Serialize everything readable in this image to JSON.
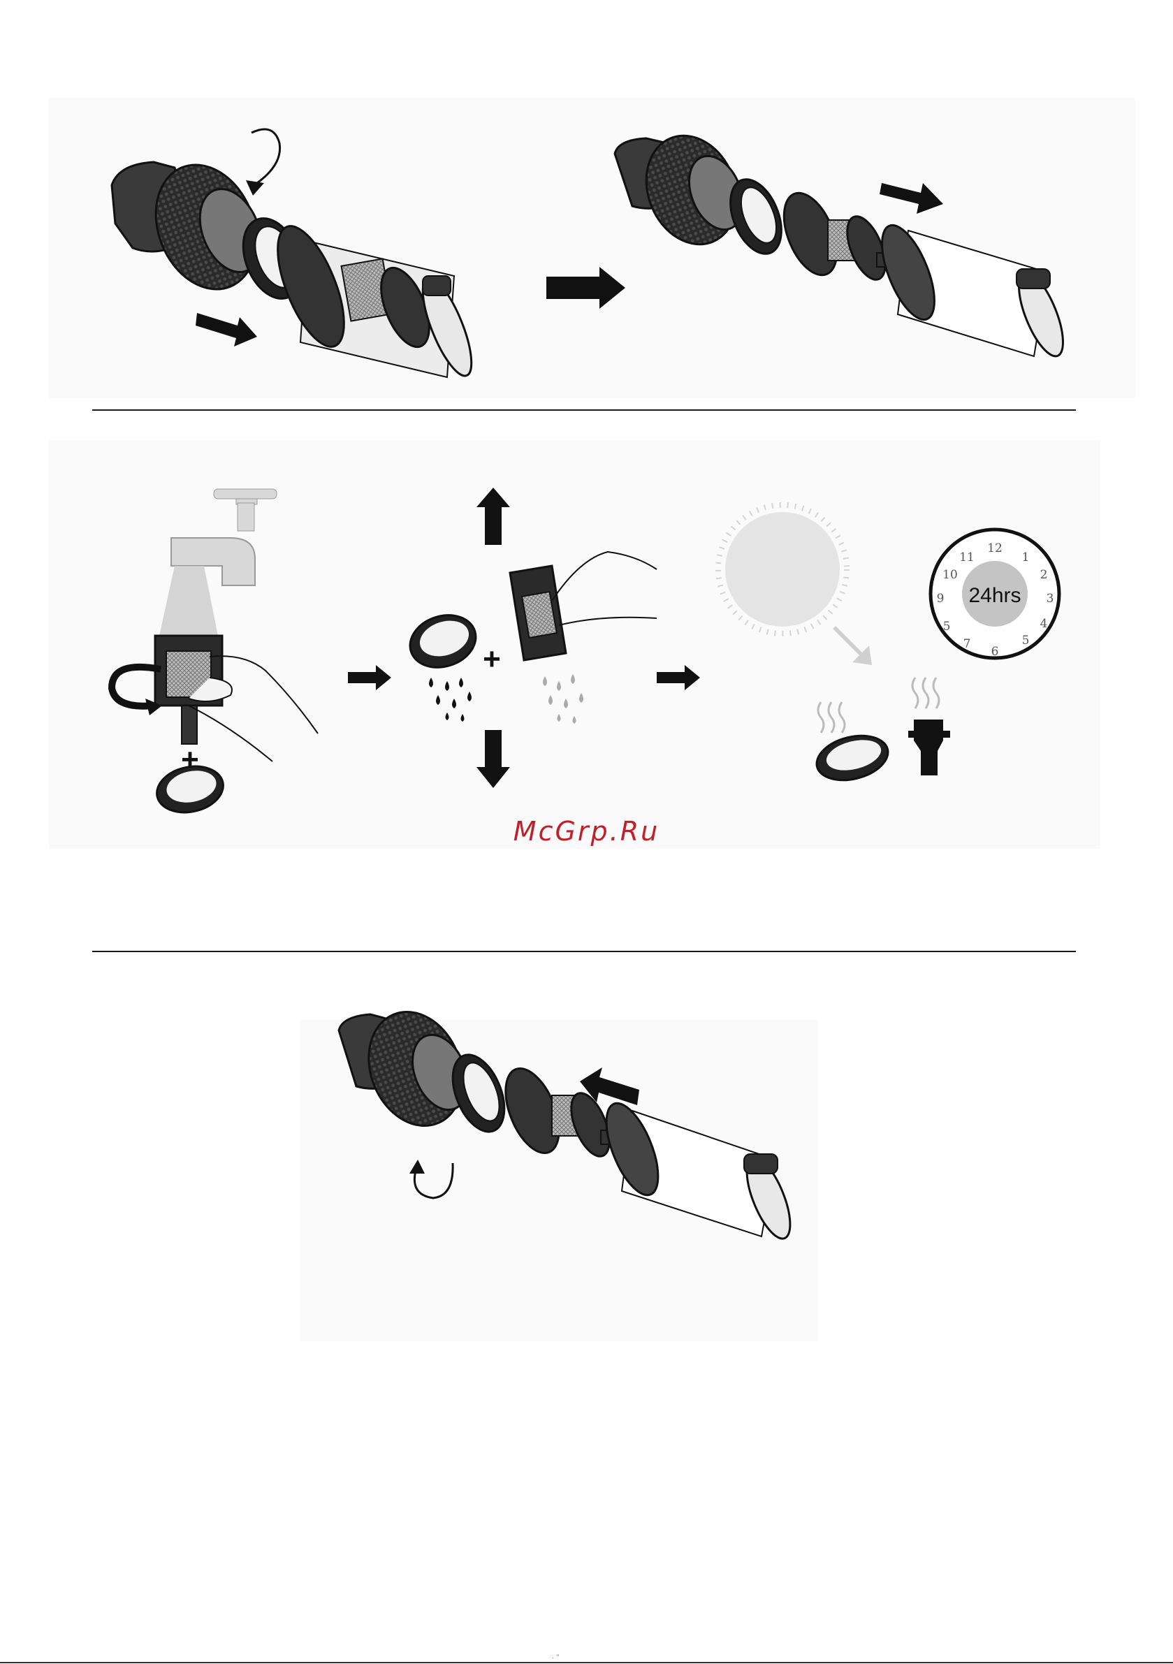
{
  "colors": {
    "accent": "#c0202a",
    "ink": "#1a1a1a",
    "panel": "#fafafa"
  },
  "icons": [
    "faucet-icon",
    "sun-icon",
    "clock-icon",
    "arrow-icon",
    "rotate-arrow-icon",
    "water-drop-icon",
    "steam-icon",
    "plus-icon"
  ],
  "clock": {
    "label": "24hrs",
    "numbers": [
      "12",
      "1",
      "2",
      "3",
      "4",
      "5",
      "6",
      "7",
      "5",
      "9",
      "10",
      "11"
    ]
  },
  "symbols": {
    "plus": "+"
  },
  "watermark": "McGrp.Ru",
  "footer_mark": "· ʼʼ"
}
